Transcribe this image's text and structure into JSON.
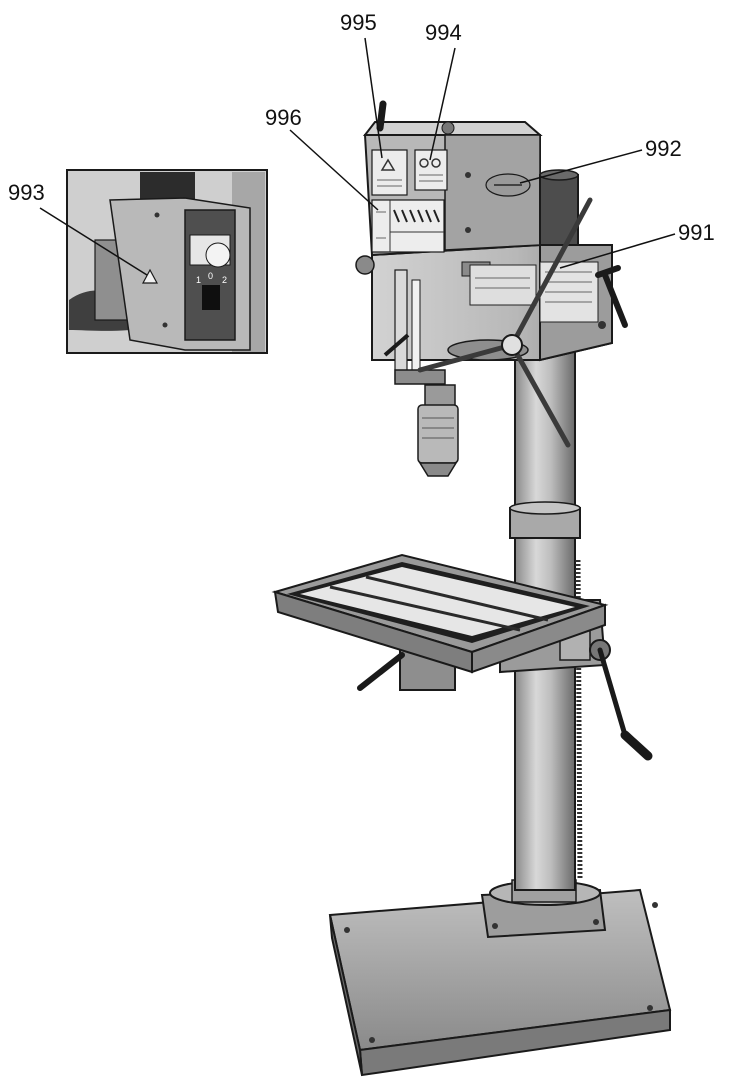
{
  "callouts": {
    "c995": "995",
    "c994": "994",
    "c996": "996",
    "c992": "992",
    "c993": "993",
    "c991": "991"
  },
  "colors": {
    "machine_light": "#c9c9c9",
    "machine_mid": "#a9a9a9",
    "machine_dark": "#6e6e6e",
    "outline": "#1a1a1a",
    "table_top": "#e8e8e8"
  },
  "icons": [
    "warning-triangle-icon",
    "safety-goggles-icon",
    "warning-hand-icon",
    "brand-logo-oval"
  ]
}
